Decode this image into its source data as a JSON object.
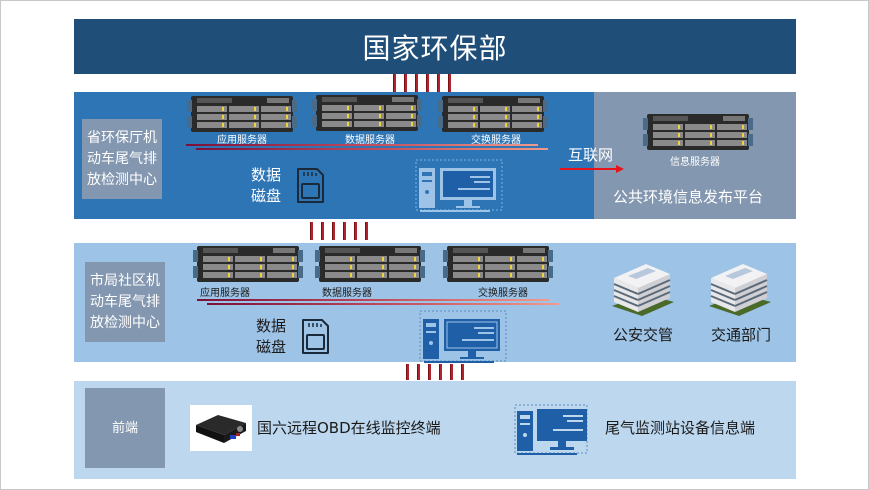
{
  "title": "国家环保部",
  "tier1": {
    "label_lines": [
      "省环保厅机",
      "动车尾气排",
      "放检测中心"
    ],
    "servers": [
      "应用服务器",
      "数据服务器",
      "交换服务器"
    ],
    "disk_lines": [
      "数据",
      "磁盘"
    ],
    "internet_label": "互联网",
    "public_platform": {
      "server_label": "信息服务器",
      "title": "公共环境信息发布平台"
    }
  },
  "tier2": {
    "label_lines": [
      "市局社区机",
      "动车尾气排",
      "放检测中心"
    ],
    "servers": [
      "应用服务器",
      "数据服务器",
      "交换服务器"
    ],
    "disk_lines": [
      "数据",
      "磁盘"
    ],
    "buildings": [
      "公安交管",
      "交通部门"
    ]
  },
  "tier3": {
    "label": "前端",
    "obd_label": "国六远程OBD在线监控终端",
    "station_label": "尾气监测站设备信息端"
  },
  "colors": {
    "title_bg": "#1f4e79",
    "tier1_bg": "#2e75b6",
    "public_bg": "#8497b0",
    "tier2_bg": "#9dc3e6",
    "tier3_bg": "#bdd7ee",
    "connector": "#b0242e"
  }
}
